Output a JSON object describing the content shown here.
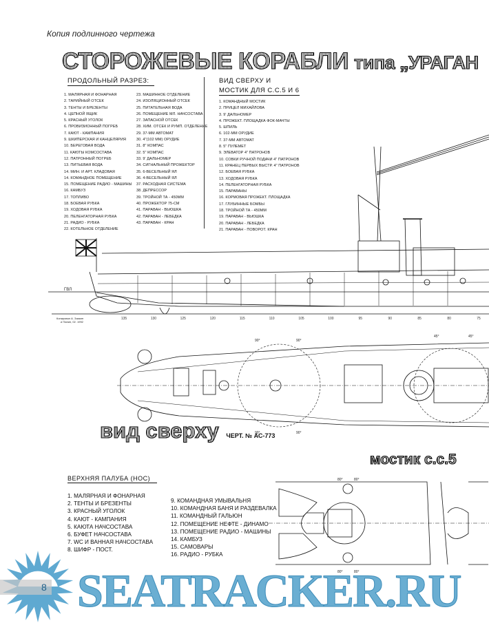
{
  "header": {
    "subtitle": "Копия подлинного чертежа",
    "title_main": "СТОРОЖЕВЫЕ КОРАБЛИ",
    "title_type": "типа „УРАГАН"
  },
  "section_profile": {
    "heading": "ПРОДОЛЬНЫЙ РАЗРЕЗ:",
    "items_col1": [
      "1. Малярная и фонарная",
      "2. Тарийный отсек",
      "3. Тенты и брезенты",
      "4. Цепной ящик",
      "5. Красный уголок",
      "6. Провизионный погреб",
      "7. Кают - кампания",
      "9. Шкиперская и канцелярия",
      "10. Береговая вода",
      "11. Каюты комсостава",
      "12. Патронный погреб",
      "13. Питьевая вода",
      "14. Мин. и арт. кладовая",
      "14. Командное помещение",
      "15. Помещение радио - машины",
      "16. Камбуз",
      "17. Топливо",
      "18. Боевая рубка",
      "19. Ходовая рубка",
      "20. Пеленгаторная рубка",
      "21. Радио - рубка",
      "22. Котельное отделение"
    ],
    "items_col2": [
      "23. Машинное отделение",
      "24. Изоляционный отсек",
      "25. Питательная вода",
      "26. Помещение мл. начсостава",
      "27. Запасной отсек",
      "28. Хим. отсек и румп. отделение",
      "29. 37-мм автомат",
      "30. 4\"(102 мм) орудие",
      "31. 8\" компас",
      "32. 5\" компас",
      "33. 9' дальномер",
      "34. Сигнальный прожектор",
      "35. 6-весельный ял",
      "36. 4-весельный ял",
      "37. Расходная система",
      "38. Депрессор",
      "39. Тройной ТА - 450мм",
      "40. Прожектор 75-см",
      "41. Параван - вьюшка",
      "42. Параван - лебедка",
      "43. Параван - кран"
    ]
  },
  "section_topview": {
    "heading_line1": "ВИД СВЕРХУ И",
    "heading_line2": "МОСТИК ДЛЯ С.С.5 и 6",
    "items": [
      "1. Командный мостик",
      "2. Прицел Михайлова",
      "3. 9' дальномер",
      "4. Прожект. площадка фок-мачты",
      "5. Шпиль",
      "6. 102-мм орудие",
      "7. 37-мм автомат",
      "8. 5\" пулемет",
      "9. Элеватор 4\" патронов",
      "10. Совки ручной подачи 4\" патронов",
      "11. Кранец первых выстр. 4\" патронов",
      "12. Боевая рубка",
      "13. Ходовая рубка",
      "14. Пеленгаторная рубка",
      "15. Параваны",
      "16. Кормовая прожект. площадка",
      "17. Глубинные бомбы",
      "18. Тройной ТА - 450мм",
      "19. Параван - вьюшка",
      "20. Параван - лебедка",
      "21. Параван - поворот. кран"
    ]
  },
  "profile_drawing": {
    "waterline_label": "ГВЛ",
    "author_line1": "Копировал А. Заикин",
    "author_line2": "и Панин, 02. 1992",
    "frame_numbers": [
      "135",
      "130",
      "125",
      "120",
      "115",
      "110",
      "105",
      "100",
      "95",
      "90",
      "85",
      "80",
      "75"
    ]
  },
  "top_view": {
    "title": "вид сверху",
    "drawing_number": "ЧЕРТ. № АС-773",
    "angle_labels": [
      "90°",
      "90°",
      "90°",
      "90°",
      "45°",
      "45°"
    ]
  },
  "bridge_view": {
    "title": "мостик с.с.5",
    "angle_labels": [
      "80°",
      "80°",
      "80°",
      "80°"
    ]
  },
  "section_upperdeck": {
    "heading": "ВЕРХНЯЯ ПАЛУБА (НОС)",
    "items_col1": [
      "1. Малярная и фонарная",
      "2. Тенты и брезенты",
      "3. Красный уголок",
      "4. Кают - кампания",
      "5. Каюта начсостава",
      "6. Буфет начсостава",
      "7. WC и ванная начсостава",
      "8. Шифр - пост."
    ],
    "items_col2": [
      "9. Командная умывальня",
      "10. Командная баня и раздевалка",
      "11. Командный гальюн",
      "12. Помещение нефте - динамо",
      "13. Помещение радио - машины",
      "14. Камбуз",
      "15. Самовары",
      "16. Радио - рубка"
    ]
  },
  "footer": {
    "page_number": "8",
    "watermark": "SEATRACKER.RU",
    "watermark_color": "#5aa5cd",
    "sun_color": "#5fa9d1"
  }
}
